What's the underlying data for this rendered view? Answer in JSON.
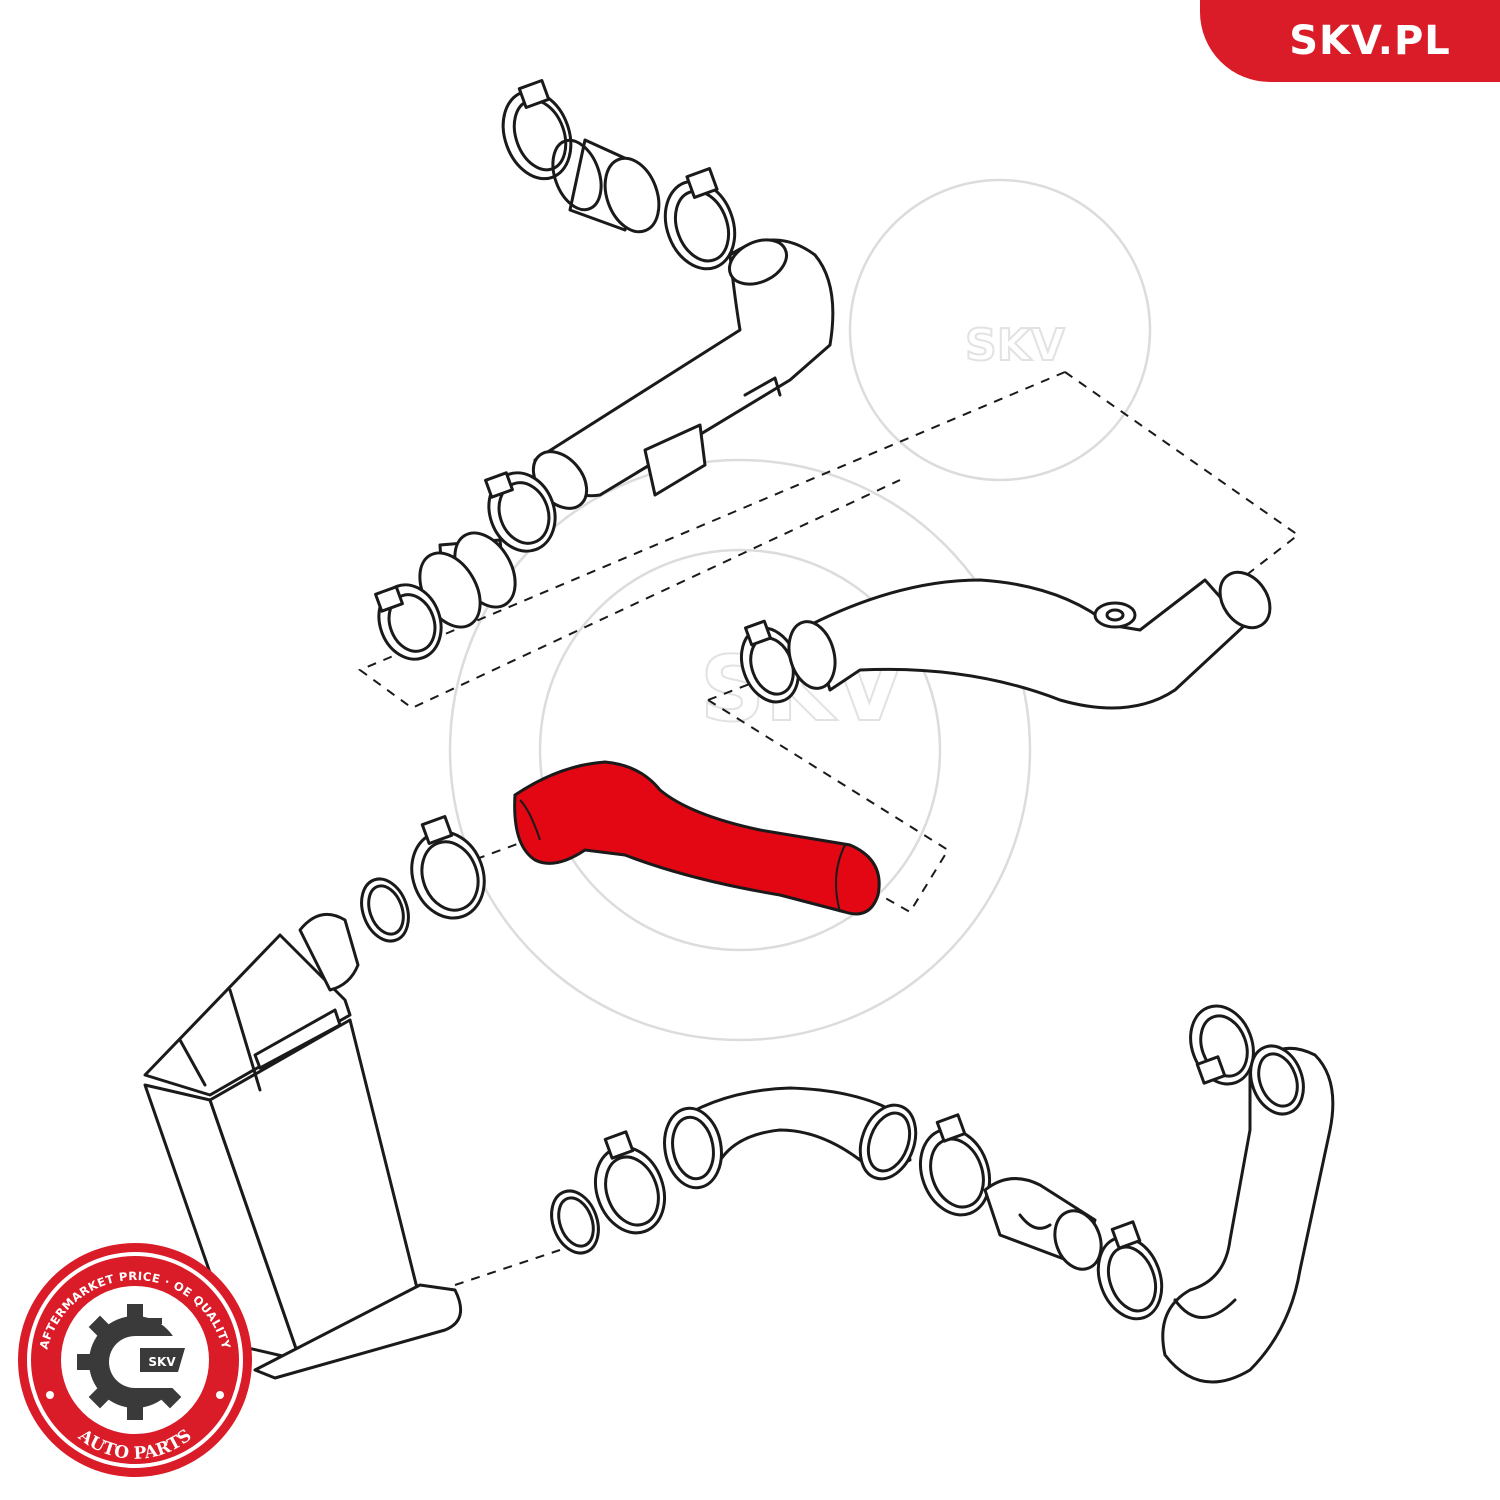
{
  "brand": {
    "site": "SKV.PL",
    "color": "#d91c28"
  },
  "watermark": {
    "text": "SKV",
    "color": "#dcdcdc"
  },
  "badge": {
    "ring_text_top": "AFTERMARKET PRICE · OE QUALITY",
    "ring_text_bottom": "AUTO PARTS",
    "center": "SKV",
    "color": "#d91c28"
  },
  "highlight": {
    "part": "intercooler-hose",
    "color": "#e30613"
  },
  "icons": [
    "hose-clamp-icon",
    "intercooler-icon",
    "gear-logo-icon"
  ]
}
